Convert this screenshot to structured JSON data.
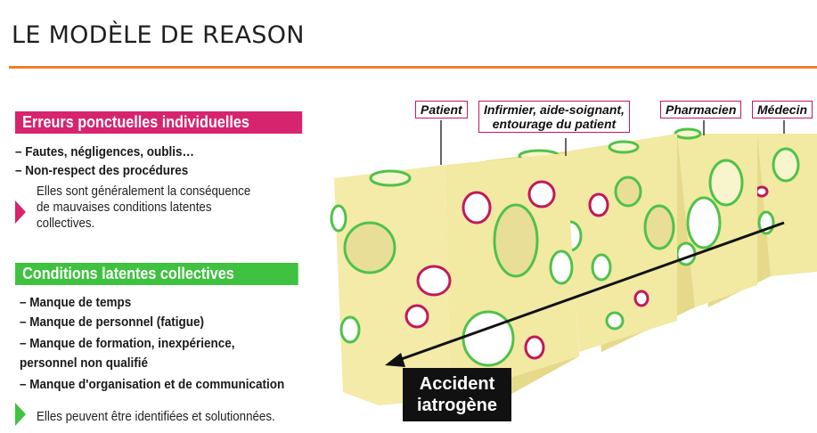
{
  "title": "LE MODÈLE DE REASON",
  "colors": {
    "accent": "#f07e2e",
    "pink": "#d6246e",
    "green": "#3fc23f",
    "cheese": "#f2e9a3"
  },
  "left": {
    "section1": {
      "heading": "Erreurs ponctuelles individuelles",
      "items": [
        "– Fautes, négligences, oublis…",
        "– Non-respect des procédures"
      ],
      "note": [
        "Elles sont généralement la conséquence",
        "de mauvaises conditions latentes",
        "collectives."
      ]
    },
    "section2": {
      "heading": "Conditions latentes collectives",
      "items": [
        "– Manque de temps",
        "– Manque de personnel (fatigue)",
        "– Manque de formation, inexpérience,",
        "personnel non qualifié",
        "– Manque d'organisation et de communication"
      ],
      "note": "Elles peuvent être identifiées et solutionnées."
    }
  },
  "diagram": {
    "labels": [
      "Patient",
      "Infirmier, aide-soignant,",
      "entourage du patient",
      "Pharmacien",
      "Médecin"
    ],
    "accident": [
      "Accident",
      "iatrogène"
    ]
  }
}
